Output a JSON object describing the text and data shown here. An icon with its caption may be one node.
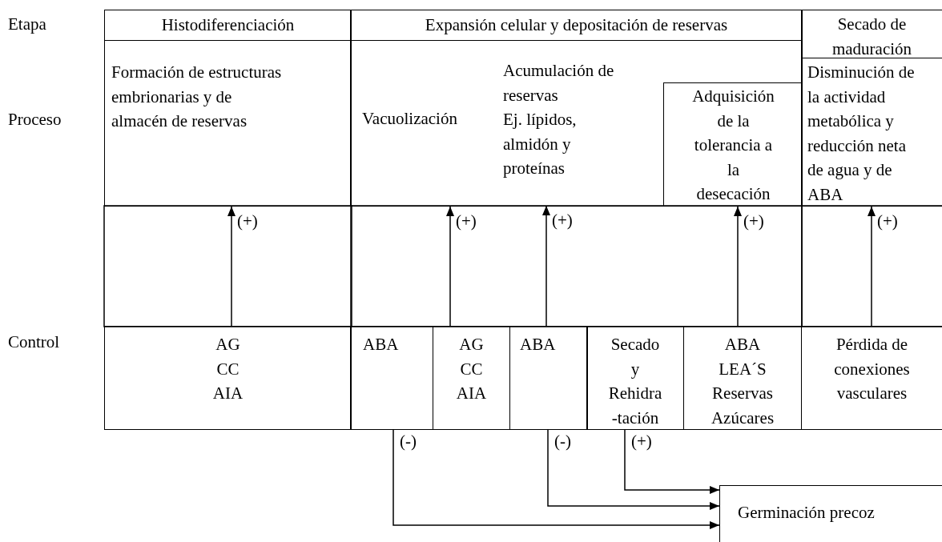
{
  "diagram": {
    "nodes": [
      {
        "text": [
          "Histodiferenciación"
        ]
      },
      {
        "text": [
          "Expansión celular y depositación de reservas"
        ]
      },
      {
        "text": [
          "Secado de maduración"
        ]
      },
      {
        "text": [
          "Formación de estructuras embrionarias y de almacén de reservas"
        ]
      },
      {
        "text": [],
        "shape": "box"
      },
      {
        "text": [
          "Vacuolización"
        ],
        "in": 4
      },
      {
        "text": [
          "Acumulación de reservas",
          "Ej. lípidos, almidón y proteínas"
        ],
        "in": 4
      },
      {
        "text": [
          "Adquisición de la tolerancia a la desecación"
        ],
        "in": 4
      },
      {
        "text": [
          "Disminución de la actividad metabólica y reducción neta de agua y de ABA"
        ]
      },
      {
        "text": [
          "AG",
          "CC",
          "AIA"
        ]
      },
      {
        "text": [
          "ABA"
        ]
      },
      {
        "text": [
          "AG",
          "CC",
          "AIA"
        ]
      },
      {
        "text": [
          "ABA"
        ]
      },
      {
        "text": [
          "Secado y Rehidra -tación"
        ]
      },
      {
        "text": [
          "ABA",
          "LEA´S",
          "Reservas",
          "Azúcares"
        ]
      },
      {
        "text": [
          "Pérdida de conexiones vasculares"
        ]
      },
      {
        "text": [
          "Germinación precoz"
        ]
      }
    ],
    "edges": [
      {
        "from": 9,
        "to": 3,
        "arrow": "to",
        "label": "(+)"
      },
      {
        "from": 11,
        "to": 4,
        "arrow": "to",
        "label": "(+)"
      },
      {
        "from": 12,
        "to": 6,
        "arrow": "to",
        "label": "(+)"
      },
      {
        "from": 14,
        "to": 7,
        "arrow": "to",
        "label": "(+)"
      },
      {
        "from": 15,
        "to": 8,
        "arrow": "to",
        "label": "(+)"
      },
      {
        "from": 10,
        "to": 16,
        "arrow": "to",
        "label": "(-)"
      },
      {
        "from": 12,
        "to": 16,
        "arrow": "to",
        "label": "(-)"
      },
      {
        "from": 13,
        "to": 16,
        "arrow": "to",
        "label": "(+)"
      }
    ],
    "labels": [
      "Etapa",
      "Proceso",
      "Control"
    ]
  }
}
